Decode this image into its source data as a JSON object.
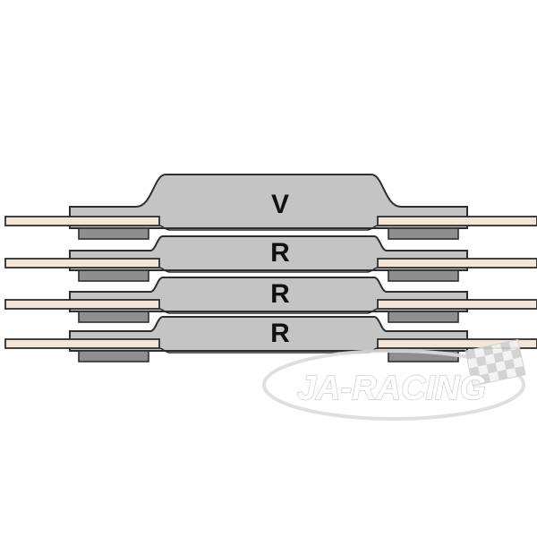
{
  "diagram": {
    "layers": [
      {
        "label": "V"
      },
      {
        "label": "R"
      },
      {
        "label": "R"
      },
      {
        "label": "R"
      }
    ],
    "colors": {
      "plate": "#c4c4c4",
      "plate_stroke": "#2e2e2e",
      "pad": "#8e8e8e",
      "tab": "#f3e6d8",
      "tab_stroke": "#2e2e2e"
    }
  },
  "watermark": {
    "text": "JA-RACING",
    "flag_icon": "checkered-flag-icon"
  }
}
